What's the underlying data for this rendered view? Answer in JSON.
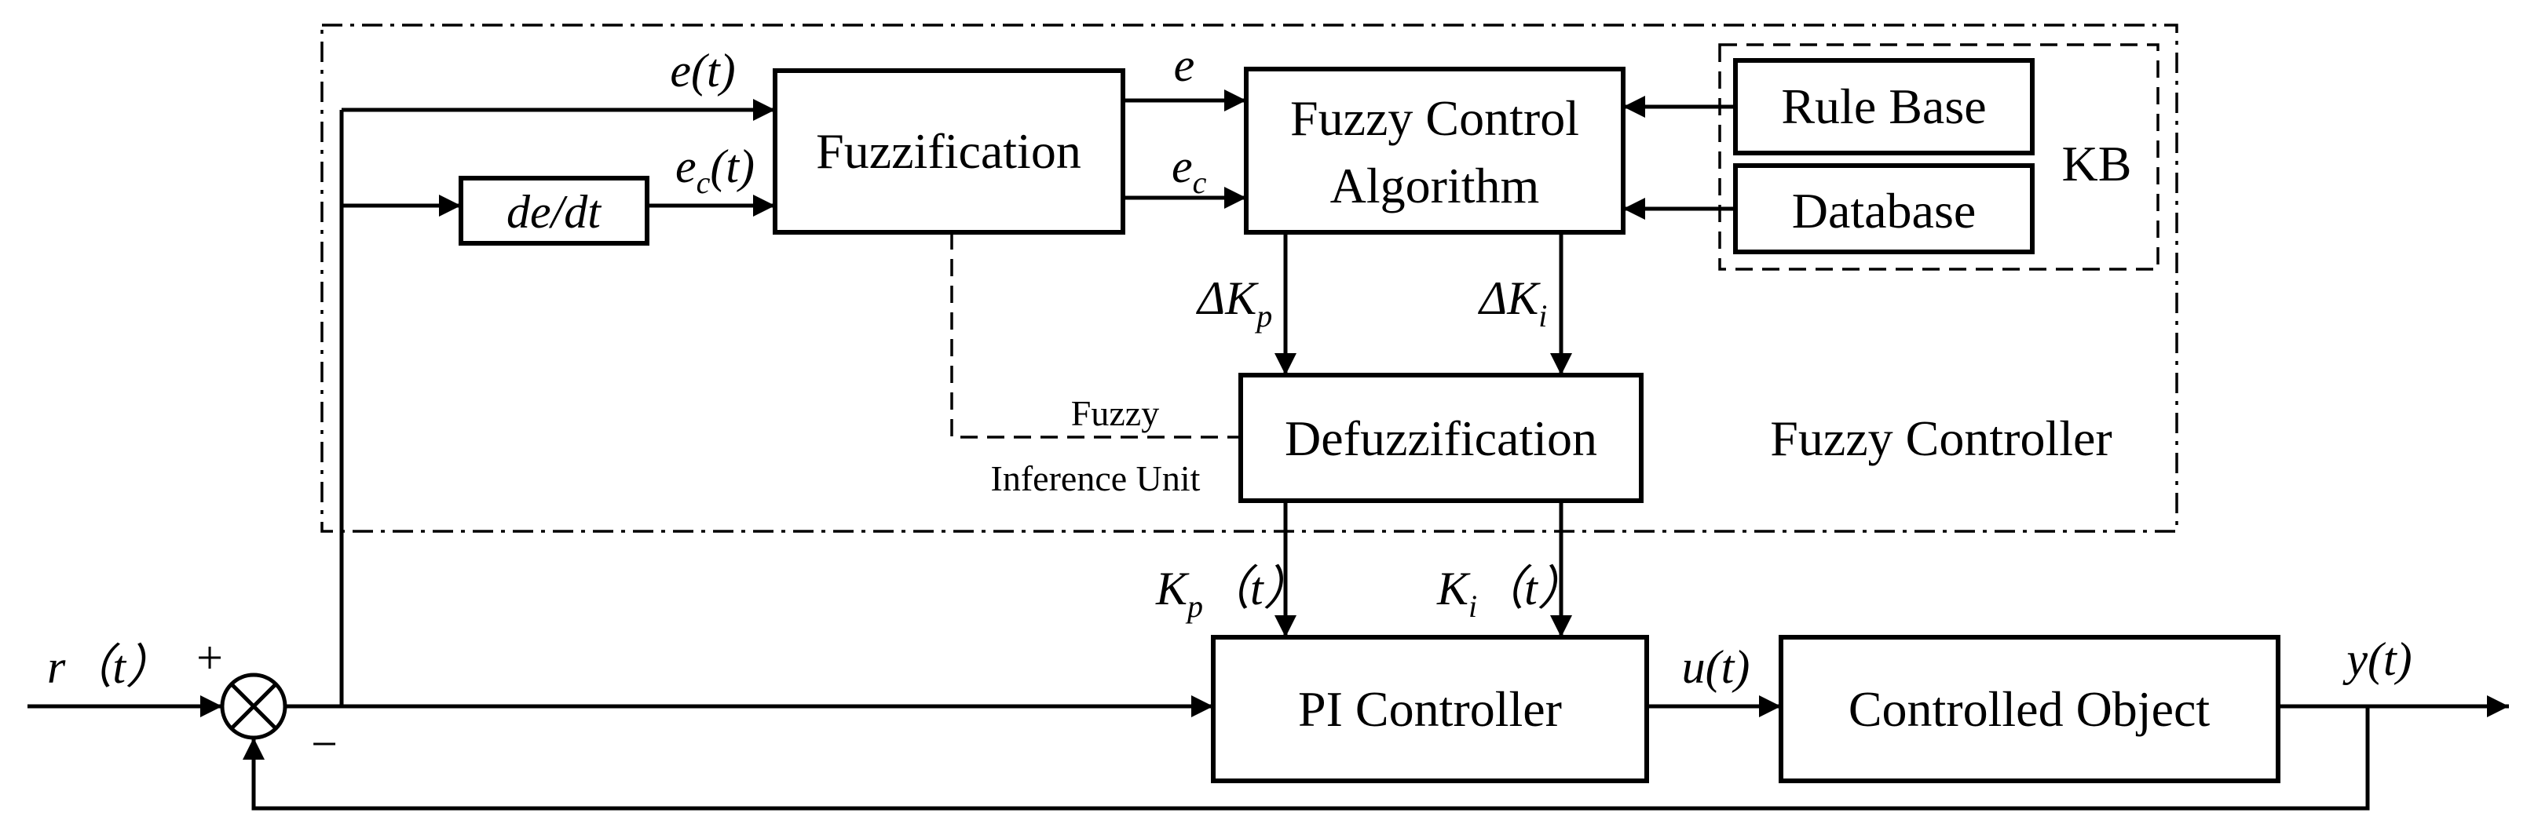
{
  "blocks": {
    "fuzzification": "Fuzzification",
    "fuzzy_algorithm_line1": "Fuzzy Control",
    "fuzzy_algorithm_line2": "Algorithm",
    "rule_base": "Rule Base",
    "database": "Database",
    "kb": "KB",
    "derivative": "de/dt",
    "defuzzification": "Defuzzification",
    "pi_controller": "PI Controller",
    "controlled_object": "Controlled Object"
  },
  "regions": {
    "fuzzy_controller": "Fuzzy Controller",
    "fuzzy_inference_line1": "Fuzzy",
    "fuzzy_inference_line2": "Inference Unit"
  },
  "signals": {
    "error": "e(t)",
    "error_rate": "e",
    "error_rate_sub": "c",
    "error_rate_tail": "(t)",
    "e_short": "e",
    "ec_short": "e",
    "ec_short_sub": "c",
    "delta_kp": "ΔK",
    "delta_kp_sub": "p",
    "delta_ki": "ΔK",
    "delta_ki_sub": "i",
    "kp": "K",
    "kp_sub": "p",
    "kp_tail": "（t）",
    "ki": "K",
    "ki_sub": "i",
    "ki_tail": "（t）",
    "reference": "r（t）",
    "control": "u(t)",
    "output": "y(t)",
    "plus": "+",
    "minus": "−"
  }
}
